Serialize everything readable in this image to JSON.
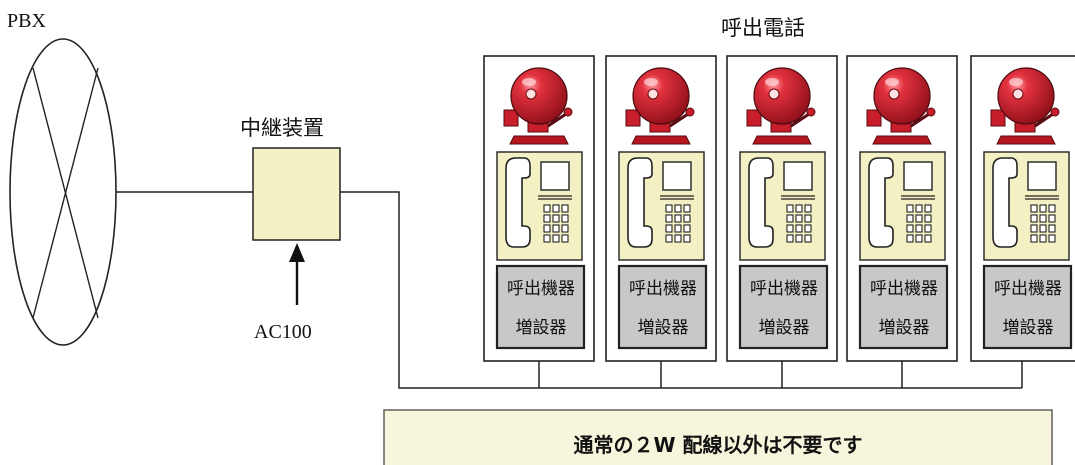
{
  "labels": {
    "pbx": "PBX",
    "relay": "中継装置",
    "power": "AC100",
    "phones_title": "呼出電話",
    "note": "通常の２W 配線以外は不要です"
  },
  "units": [
    {
      "line1": "呼出機器",
      "line2": "増設器"
    },
    {
      "line1": "呼出機器",
      "line2": "増設器"
    },
    {
      "line1": "呼出機器",
      "line2": "増設器"
    },
    {
      "line1": "呼出機器",
      "line2": "増設器"
    },
    {
      "line1": "呼出機器",
      "line2": "増設器"
    }
  ],
  "colors": {
    "bell_red": "#cc1f2e",
    "bell_dark": "#8e0f18",
    "phone_bg": "#f3f1c4",
    "extender_bg": "#c8c8c8",
    "note_bg": "#f7f5dc",
    "line": "#222222"
  }
}
